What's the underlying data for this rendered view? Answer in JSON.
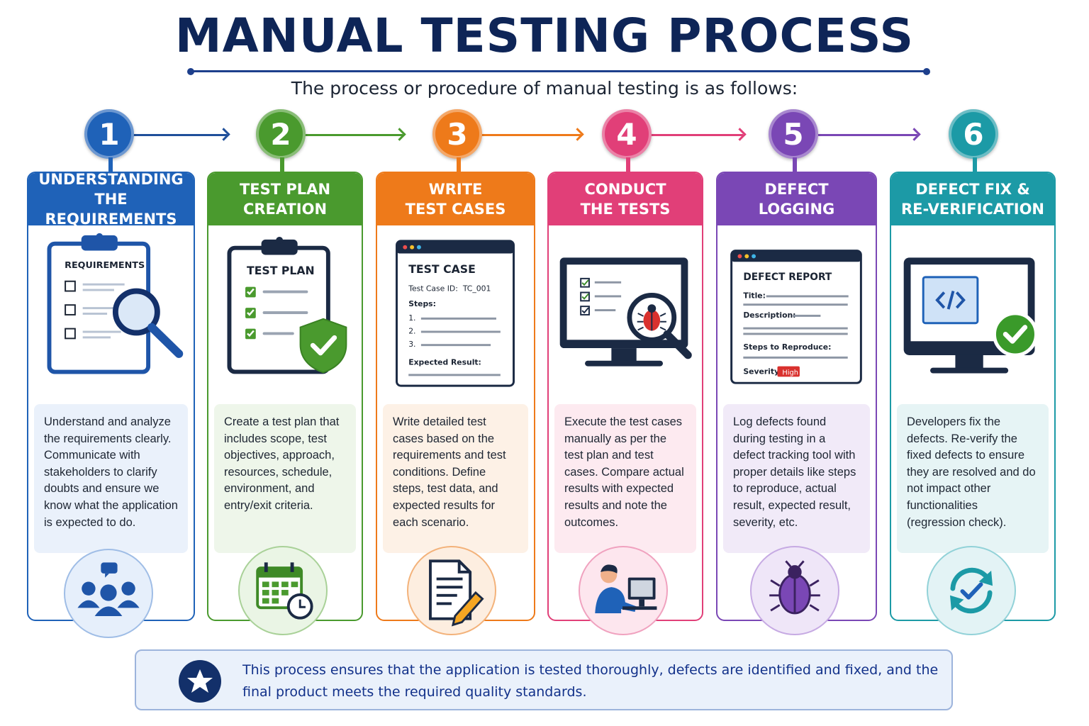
{
  "title": "MANUAL TESTING PROCESS",
  "subtitle": "The process or procedure of manual testing is as follows:",
  "steps": [
    {
      "number": "1",
      "title": "UNDERSTANDING\nTHE REQUIREMENTS",
      "color": "#1f62b8",
      "illustration": {
        "label": "REQUIREMENTS",
        "icon": "clipboard-magnifier-icon"
      },
      "description": "Understand and analyze the requirements clearly. Communicate with stakeholders to clarify doubts and ensure we know what the application is expected to do.",
      "badge_icon": "stakeholders-icon"
    },
    {
      "number": "2",
      "title": "TEST PLAN\nCREATION",
      "color": "#4a9a2e",
      "illustration": {
        "label": "TEST PLAN",
        "icon": "clipboard-shield-icon"
      },
      "description": "Create a test plan that includes scope, test objectives, approach, resources, schedule, environment, and entry/exit criteria.",
      "badge_icon": "calendar-clock-icon"
    },
    {
      "number": "3",
      "title": "WRITE\nTEST CASES",
      "color": "#ee7a1a",
      "illustration": {
        "label": "TEST CASE",
        "id_label": "Test Case ID:",
        "id_value": "TC_001",
        "steps_label": "Steps:",
        "step_numbers": [
          "1.",
          "2.",
          "3."
        ],
        "expected_label": "Expected Result:",
        "icon": "test-case-window-icon"
      },
      "description": "Write detailed test cases based on the requirements and test conditions. Define steps, test data, and expected results for each scenario.",
      "badge_icon": "document-pencil-icon"
    },
    {
      "number": "4",
      "title": "CONDUCT\nTHE TESTS",
      "color": "#e13f78",
      "illustration": {
        "icon": "monitor-bug-magnifier-icon"
      },
      "description": "Execute the test cases manually as per the test plan and test cases. Compare actual results with expected results and note the outcomes.",
      "badge_icon": "tester-at-computer-icon"
    },
    {
      "number": "5",
      "title": "DEFECT\nLOGGING",
      "color": "#7a47b5",
      "illustration": {
        "label": "DEFECT REPORT",
        "title_label": "Title:",
        "description_label": "Description:",
        "steps_label": "Steps to Reproduce:",
        "severity_label": "Severity:",
        "severity_value": "High",
        "icon": "defect-report-window-icon"
      },
      "description": "Log defects found during testing in a defect tracking tool with proper details like steps to reproduce, actual result, expected result, severity, etc.",
      "badge_icon": "bug-icon"
    },
    {
      "number": "6",
      "title": "DEFECT FIX &\nRE-VERIFICATION",
      "color": "#1c9aa6",
      "illustration": {
        "icon": "monitor-code-check-icon"
      },
      "description": "Developers fix the defects. Re-verify the fixed defects to ensure they are resolved and do not impact other functionalities (regression check).",
      "badge_icon": "refresh-check-icon"
    }
  ],
  "footer": {
    "text": "This process ensures that the application is tested thoroughly, defects are identified and fixed, and the final product meets the required quality standards.",
    "icon": "star-icon"
  }
}
